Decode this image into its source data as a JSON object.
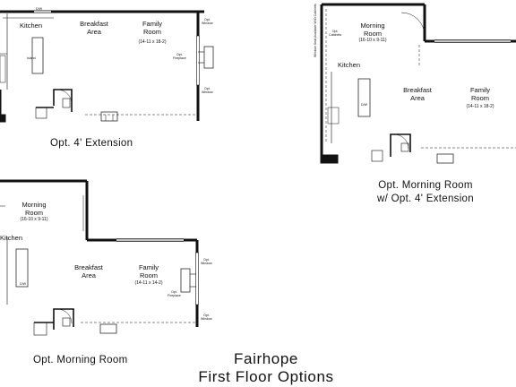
{
  "plan_a": {
    "kitchen": "Kitchen",
    "breakfast_1": "Breakfast",
    "breakfast_2": "Area",
    "family_1": "Family",
    "family_2": "Room",
    "family_dim": "(14-11 x 18-2)",
    "window_1a": "Opt.",
    "window_1b": "Window",
    "fireplace_1": "Opt.",
    "fireplace_2": "Fireplace",
    "window_2a": "Opt.",
    "window_2b": "Window",
    "island": "Island",
    "dw": "D/W",
    "caption": "Opt. 4' Extension"
  },
  "plan_b": {
    "morning_1": "Morning",
    "morning_2": "Room",
    "morning_dim": "(16-10 x 9-11)",
    "kitchen": "Kitchen",
    "breakfast_1": "Breakfast",
    "breakfast_2": "Area",
    "family_1": "Family",
    "family_2": "Room",
    "family_dim": "(14-11 x 18-2)",
    "cabinets_1": "Opt.",
    "cabinets_2": "Cabinets",
    "side_note": "Window Seat Available W/O Cabinets",
    "dw": "D/W",
    "caption_1": "Opt. Morning Room",
    "caption_2": "w/ Opt. 4' Extension"
  },
  "plan_c": {
    "morning_1": "Morning",
    "morning_2": "Room",
    "morning_dim": "(16-10 x 9-11)",
    "kitchen": "Kitchen",
    "breakfast_1": "Breakfast",
    "breakfast_2": "Area",
    "family_1": "Family",
    "family_2": "Room",
    "family_dim": "(14-11 x 14-2)",
    "window_1a": "Opt.",
    "window_1b": "Window",
    "fireplace_1": "Opt.",
    "fireplace_2": "Fireplace",
    "window_2a": "Opt.",
    "window_2b": "Window",
    "dw": "D/W",
    "caption": "Opt. Morning Room"
  },
  "title": {
    "line1": "Fairhope",
    "line2": "First Floor Options"
  }
}
